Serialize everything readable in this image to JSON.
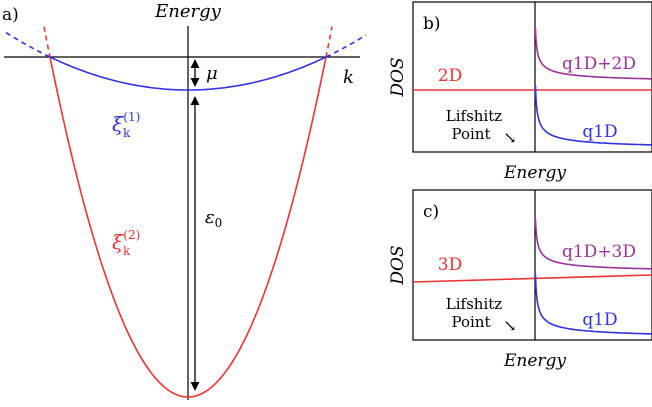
{
  "colors": {
    "blue": "#3333dd",
    "red": "#ee3333",
    "purple": "#993399",
    "black": "#000000"
  },
  "panel_a": {
    "label": "a)",
    "axis_title": "Energy",
    "k_label": "k",
    "mu_label": "μ",
    "epsilon_label": "ε",
    "epsilon_sub": "0",
    "xi_symbol": "ξ",
    "xi_sub": "k",
    "band1_sup": "(1)",
    "band2_sup": "(2)"
  },
  "panel_b": {
    "label": "b)",
    "ylabel": "DOS",
    "xlabel": "Energy",
    "curve_red_label": "2D",
    "curve_purple_label": "q1D+2D",
    "curve_blue_label": "q1D",
    "lifshitz_line1": "Lifshitz",
    "lifshitz_line2": "Point",
    "arrow_glyph": "↘"
  },
  "panel_c": {
    "label": "c)",
    "ylabel": "DOS",
    "xlabel": "Energy",
    "curve_red_label": "3D",
    "curve_purple_label": "q1D+3D",
    "curve_blue_label": "q1D",
    "lifshitz_line1": "Lifshitz",
    "lifshitz_line2": "Point",
    "arrow_glyph": "↘"
  }
}
